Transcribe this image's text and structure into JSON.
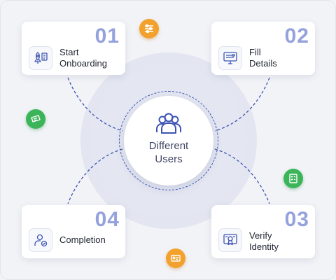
{
  "center": {
    "line1": "Different",
    "line2": "Users",
    "icon": "users-icon"
  },
  "steps": [
    {
      "number": "01",
      "line1": "Start",
      "line2": "Onboarding",
      "icon": "rocket-document-icon"
    },
    {
      "number": "02",
      "line1": "Fill",
      "line2": "Details",
      "icon": "monitor-form-icon"
    },
    {
      "number": "03",
      "line1": "Verify",
      "line2": "Identity",
      "icon": "certificate-seal-icon"
    },
    {
      "number": "04",
      "line1": "Completion",
      "line2": "",
      "icon": "user-check-icon"
    }
  ],
  "badges": [
    {
      "icon": "sliders-icon",
      "color": "#f2a12c"
    },
    {
      "icon": "ticket-icon",
      "color": "#3cb45a"
    },
    {
      "icon": "checklist-icon",
      "color": "#3cb45a"
    },
    {
      "icon": "id-card-icon",
      "color": "#f2a12c"
    }
  ],
  "colors": {
    "accent": "#3d54b3",
    "number": "#95a2dc",
    "background": "#f2f3f7"
  }
}
